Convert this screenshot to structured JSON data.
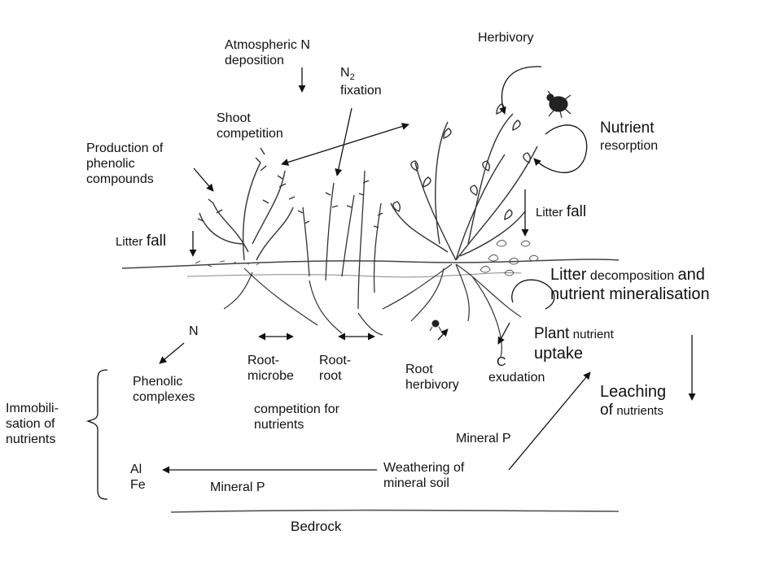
{
  "labels": {
    "atmospheric_n": [
      "Atmospheric N",
      "deposition"
    ],
    "n2_fixation": {
      "n": "N",
      "sub": "2",
      "rest": "fixation"
    },
    "herbivory": "Herbivory",
    "nutrient_resorption": [
      "Nutrient",
      "resorption"
    ],
    "shoot_competition": [
      "Shoot",
      "competition"
    ],
    "phenolic_production": [
      "Production of",
      "phenolic",
      "compounds"
    ],
    "litter_fall_left": {
      "a": "Litter",
      "b": "fall"
    },
    "litter_fall_right": {
      "a": "Litter",
      "b": "fall"
    },
    "litter_decomposition": {
      "a": "Litter",
      "b": "decomposition",
      "c": "and",
      "line2": "nutrient mineralisation"
    },
    "n_label": "N",
    "root_microbe": [
      "Root-",
      "microbe"
    ],
    "root_root": [
      "Root-",
      "root"
    ],
    "competition_for_nutrients": [
      "competition for",
      "nutrients"
    ],
    "root_herbivory": [
      "Root",
      "herbivory"
    ],
    "c_exudation": [
      "C",
      "exudation"
    ],
    "plant_uptake": {
      "a": "Plant",
      "b": "nutrient",
      "line2": "uptake"
    },
    "phenolic_complexes": [
      "Phenolic",
      "complexes"
    ],
    "immobilisation": [
      "Immobili-",
      "sation of",
      "nutrients"
    ],
    "leaching": {
      "line1": "Leaching",
      "a": "of",
      "b": "nutrients"
    },
    "mineral_p_upper": "Mineral P",
    "al": "Al",
    "fe": "Fe",
    "mineral_p_lower": "Mineral P",
    "weathering": [
      "Weathering of",
      "mineral soil"
    ],
    "bedrock": "Bedrock"
  },
  "colors": {
    "ink": "#111111",
    "sketch": "#333333",
    "ground": "#444444"
  }
}
